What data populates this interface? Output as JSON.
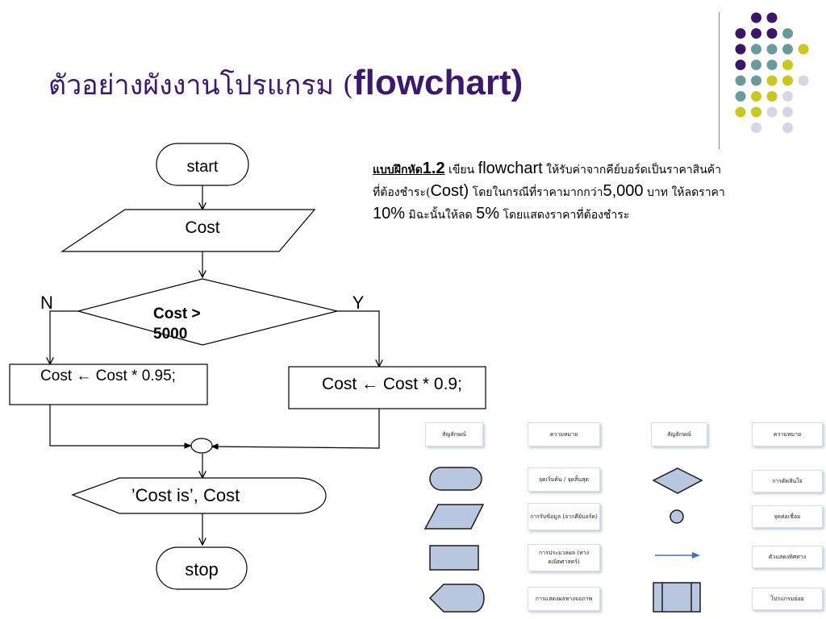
{
  "title": {
    "thai": "ตัวอย่างผังงานโปรแกรม (",
    "english": "flowchart)"
  },
  "exercise": {
    "lead_thai": "แบบฝึกหัด",
    "lead_num": "1.2",
    "line1_a": " เขียน ",
    "line1_b": "flowchart",
    "line1_c": " ให้รับค่าจากคีย์บอร์ดเป็นราคาสินค้า",
    "line2_a": "ที่ต้องชำระ(",
    "line2_b": "Cost)",
    "line2_c": " โดยในกรณีที่ราคามากกว่า",
    "line2_d": "5,000",
    "line2_e": " บาท ให้ลดราคา",
    "line3_a": "10%",
    "line3_b": " มิฉะนั้นให้ลด ",
    "line3_c": "5%",
    "line3_d": " โดยแสดงราคาที่ต้องชำระ"
  },
  "flowchart": {
    "start": "start",
    "input": "Cost",
    "decision_line1": "Cost >",
    "decision_line2": "5000",
    "no_label": "N",
    "yes_label": "Y",
    "process_no": "Cost ← Cost * 0.95;",
    "process_yes": "Cost ← Cost * 0.9;",
    "display": "’Cost is’, Cost",
    "stop": "stop"
  },
  "legend": {
    "headers": [
      "สัญลักษณ์",
      "ความหมาย",
      "สัญลักษณ์",
      "ความหมาย"
    ],
    "left_meanings": [
      "จุดเริ่มต้น / จุดสิ้นสุด",
      "การรับข้อมูล (จากคีย์บอร์ด)",
      "การประมวลผล (ทางคณิตศาสตร์)",
      "การแสดงผลทางจอภาพ"
    ],
    "right_meanings": [
      "การตัดสินใจ",
      "จุดต่อเชื่อม",
      "ตัวแสดงทิศทาง",
      "โปรแกรมย่อย"
    ]
  },
  "colors": {
    "title": "#3b1a6e",
    "dot_purple": "#3a1568",
    "dot_teal": "#6a9a9a",
    "dot_yellow": "#c8c81e",
    "dot_lavender": "#d6d6e6",
    "legend_fill": "#b8c6e0"
  }
}
